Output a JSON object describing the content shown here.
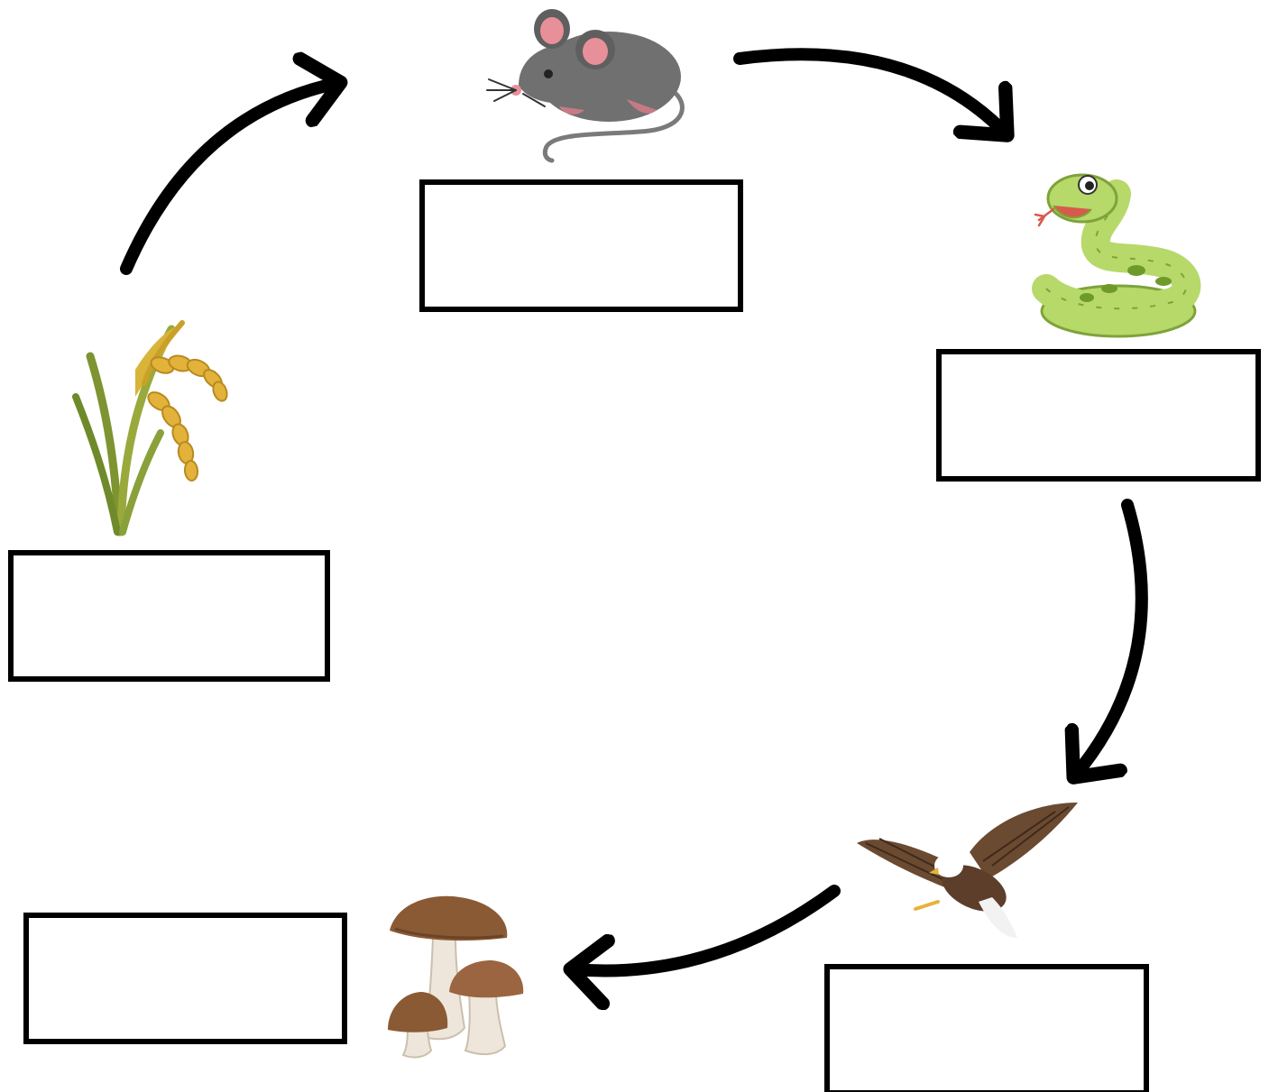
{
  "diagram": {
    "stages": [
      {
        "id": "rice-plant",
        "icon": "rice-plant-icon",
        "label": ""
      },
      {
        "id": "mouse",
        "icon": "mouse-icon",
        "label": ""
      },
      {
        "id": "snake",
        "icon": "snake-icon",
        "label": ""
      },
      {
        "id": "eagle",
        "icon": "eagle-icon",
        "label": ""
      },
      {
        "id": "mushrooms",
        "icon": "mushrooms-icon",
        "label": ""
      }
    ],
    "arrows": [
      {
        "from": "rice-plant",
        "to": "mouse"
      },
      {
        "from": "mouse",
        "to": "snake"
      },
      {
        "from": "snake",
        "to": "eagle"
      },
      {
        "from": "eagle",
        "to": "mushrooms"
      }
    ],
    "colors": {
      "arrow": "#000000",
      "box_border": "#000000",
      "mouse_body": "#707070",
      "mouse_ear": "#e8909a",
      "snake_body": "#b6d96a",
      "snake_dark": "#6e9a2c",
      "rice_stem": "#8fa33a",
      "rice_grain": "#e2b23a",
      "eagle_wing": "#6b4a32",
      "eagle_head": "#ffffff",
      "mushroom_cap": "#8a5a35",
      "mushroom_stem": "#eee6da"
    }
  }
}
